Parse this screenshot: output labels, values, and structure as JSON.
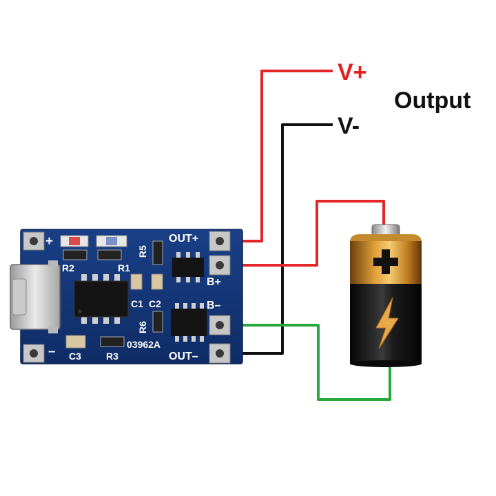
{
  "labels": {
    "vplus": "V+",
    "vminus": "V-",
    "output": "Output"
  },
  "board": {
    "plus": "+",
    "minus": "–",
    "out_plus": "OUT+",
    "out_minus": "OUT–",
    "b_plus": "B+",
    "b_minus": "B–",
    "r1": "R1",
    "r2": "R2",
    "r3": "R3",
    "r5": "R5",
    "r6": "R6",
    "c1": "C1",
    "c2": "C2",
    "c3": "C3",
    "code": "03962A"
  },
  "colors": {
    "red_wire": "#e32626",
    "black_wire": "#111111",
    "green_wire": "#27a83b",
    "pcb": "#13367a",
    "label_red": "#e31e1e"
  },
  "icons": {
    "battery_plus": "plus-icon",
    "battery_bolt": "lightning-icon"
  }
}
